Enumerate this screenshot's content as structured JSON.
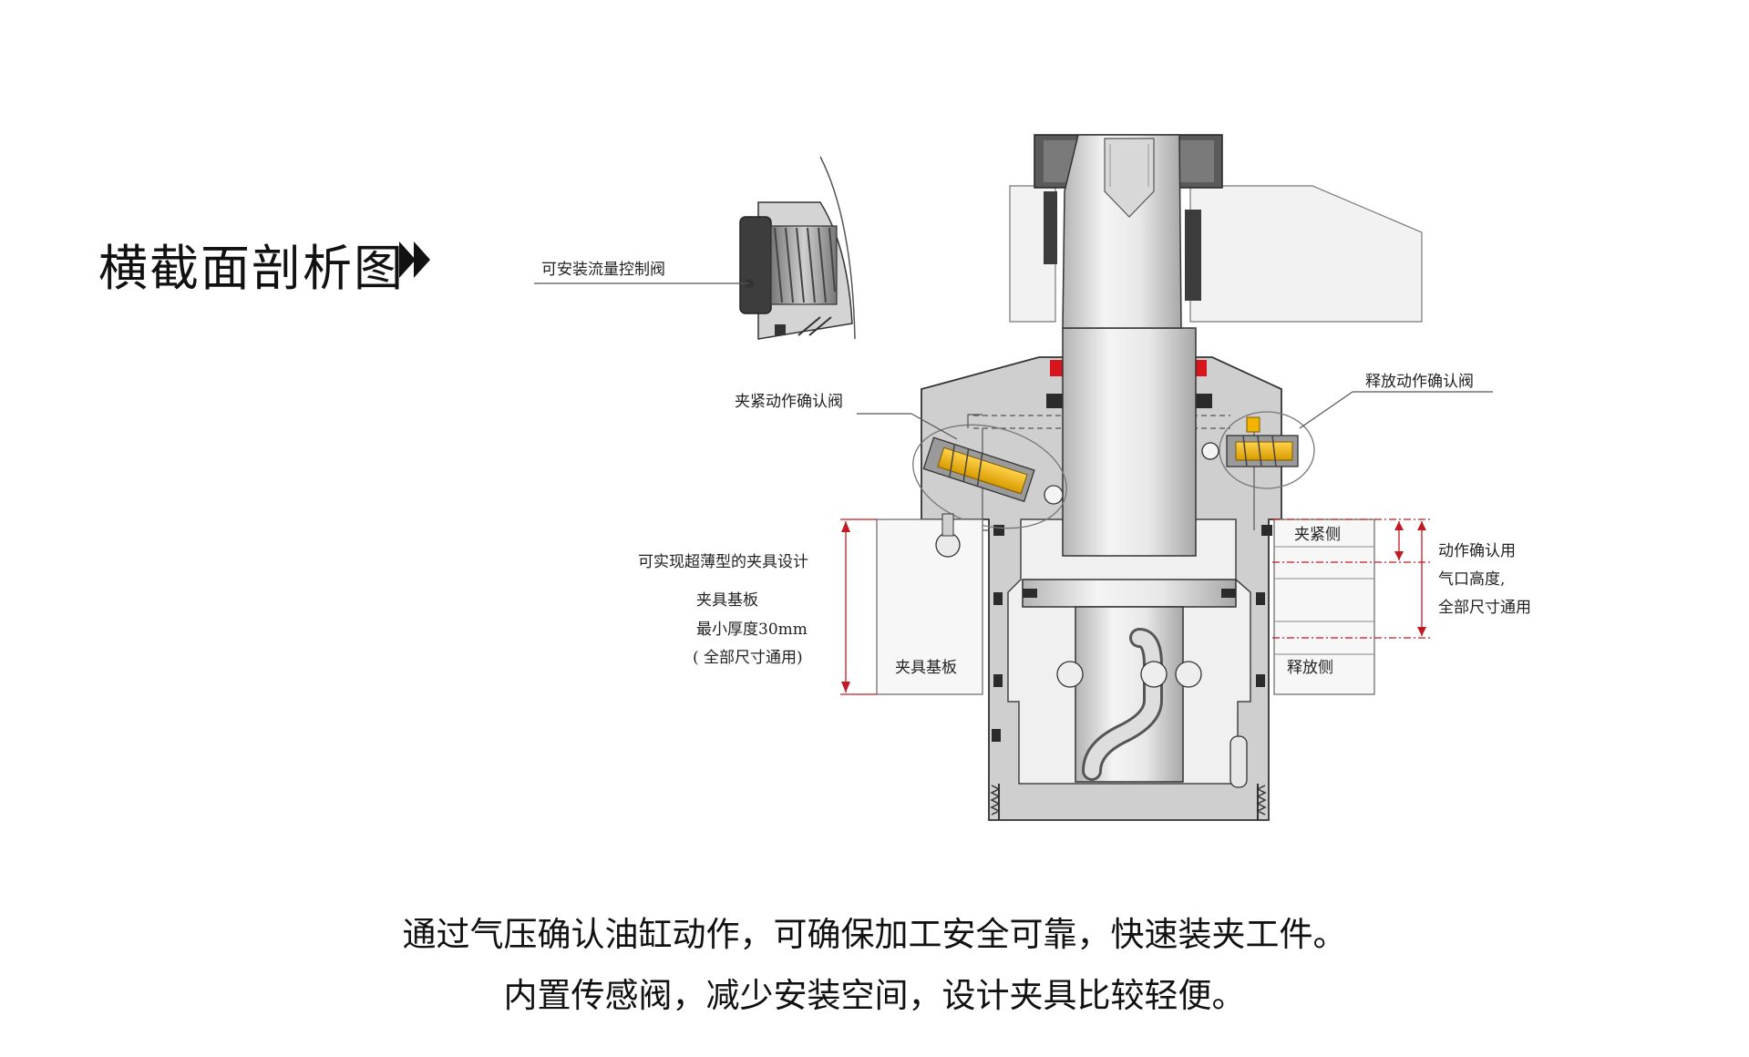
{
  "title": "横截面剖析图",
  "labels": {
    "flow_valve": "可安装流量控制阀",
    "clamp_confirm_valve": "夹紧动作确认阀",
    "release_confirm_valve": "释放动作确认阀",
    "thin_fixture": "可实现超薄型的夹具设计",
    "base_plate_note_1": "夹具基板",
    "base_plate_note_2": "最小厚度30mm",
    "base_plate_note_3": "( 全部尺寸通用)",
    "fixture_base": "夹具基板",
    "clamp_side": "夹紧侧",
    "release_side": "释放侧",
    "port_note_1": "动作确认用",
    "port_note_2": "气口高度,",
    "port_note_3": "全部尺寸通用"
  },
  "captions": {
    "line1": "通过气压确认油缸动作，可确保加工安全可靠，快速装夹工件。",
    "line2": "内置传感阀，减少安装空间，设计夹具比较轻便。"
  },
  "colors": {
    "body": "#d0d0d0",
    "piston": "#e4e4e4",
    "valve_core": "#f2b400",
    "seal": "#d8141c",
    "dim_line": "#c21a22",
    "outline": "#333333"
  }
}
